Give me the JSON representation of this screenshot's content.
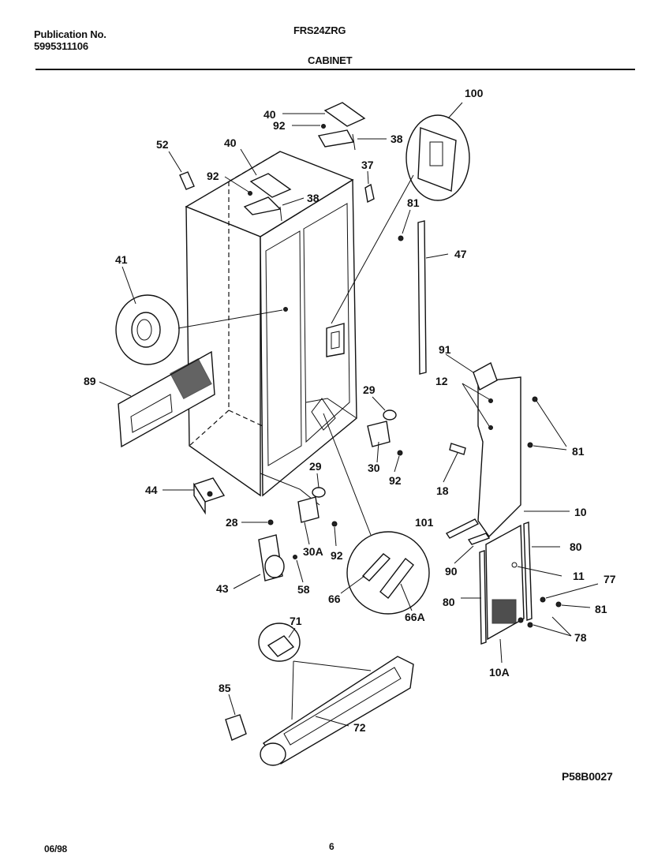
{
  "header": {
    "publication_label": "Publication No.",
    "publication_number": "5995311106",
    "model": "FRS24ZRG",
    "section": "CABINET"
  },
  "footer": {
    "date": "06/98",
    "page": "6",
    "diagram_code": "P58B0027"
  },
  "callouts": {
    "c100": "100",
    "c40a": "40",
    "c92a": "92",
    "c38a": "38",
    "c52": "52",
    "c40b": "40",
    "c92b": "92",
    "c37": "37",
    "c38b": "38",
    "c81a": "81",
    "c47": "47",
    "c41": "41",
    "c91": "91",
    "c12": "12",
    "c89": "89",
    "c29a": "29",
    "c81b": "81",
    "c30": "30",
    "c92c": "92",
    "c18": "18",
    "c29b": "29",
    "c44": "44",
    "c10": "10",
    "c28": "28",
    "c101": "101",
    "c80a": "80",
    "c30a": "30A",
    "c92d": "92",
    "c90": "90",
    "c11": "11",
    "c77": "77",
    "c43": "43",
    "c58": "58",
    "c66": "66",
    "c66a": "66A",
    "c80b": "80",
    "c81c": "81",
    "c78": "78",
    "c71": "71",
    "c10a": "10A",
    "c85": "85",
    "c72": "72"
  }
}
